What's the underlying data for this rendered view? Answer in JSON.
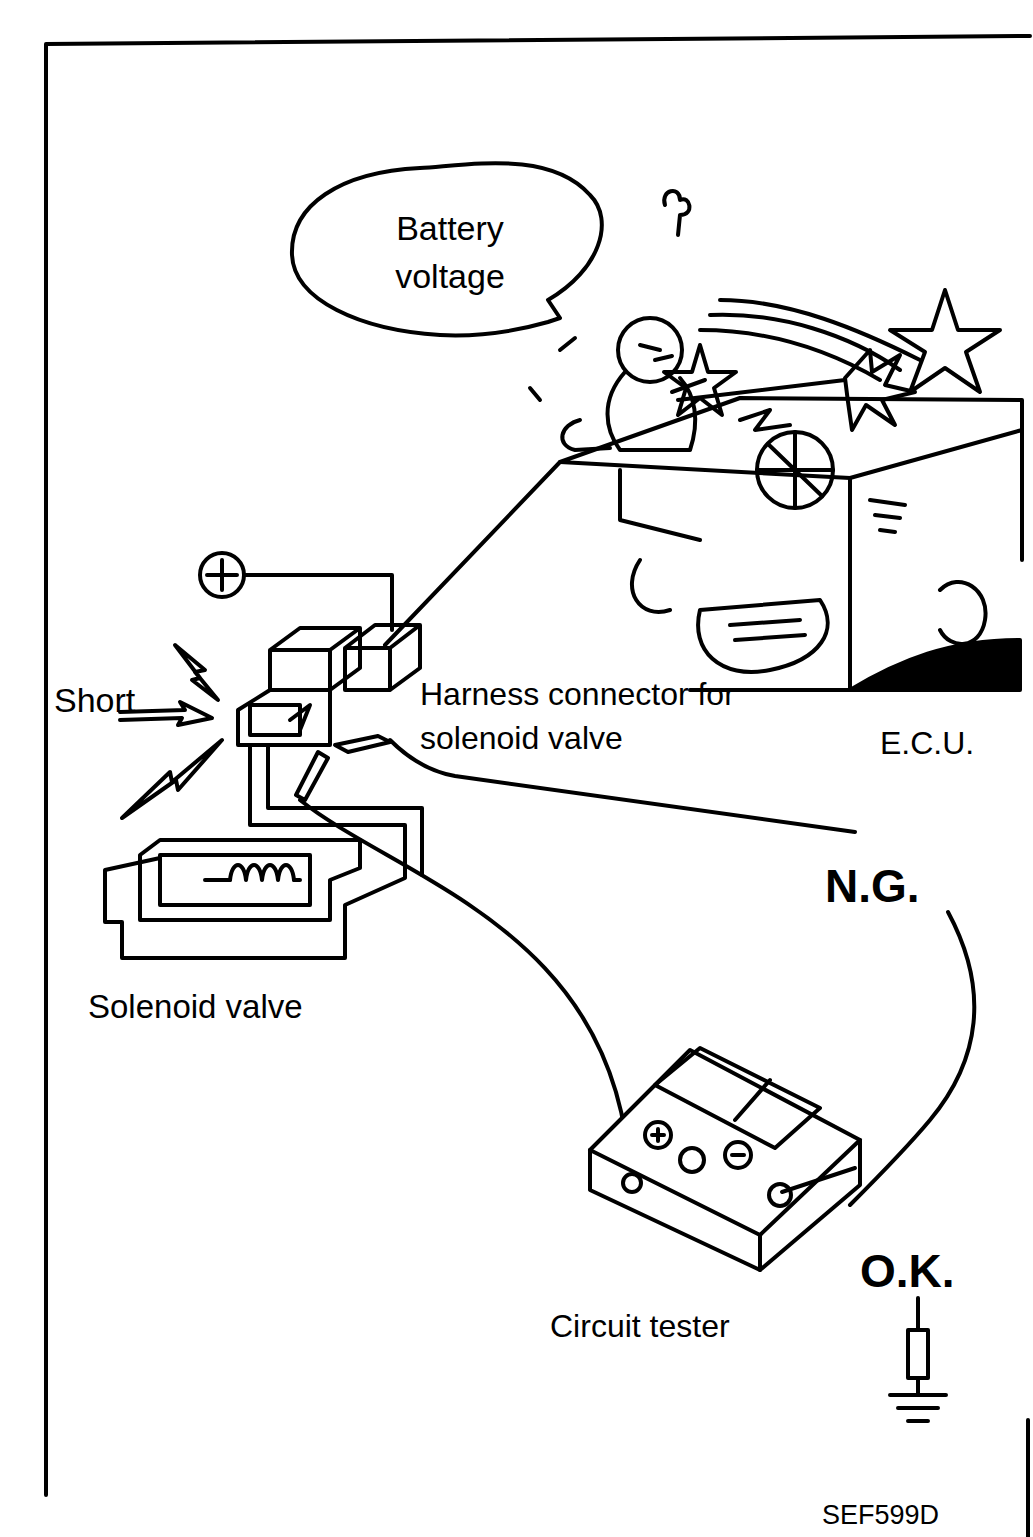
{
  "diagram": {
    "nodes": [
      {
        "text": [
          "Battery voltage"
        ]
      }
    ],
    "labels": [
      "Short",
      "Harness connector for solenoid valve",
      "E.C.U.",
      "Solenoid valve",
      "N.G.",
      "O.K.",
      "Circuit tester",
      "SEF599D"
    ]
  }
}
